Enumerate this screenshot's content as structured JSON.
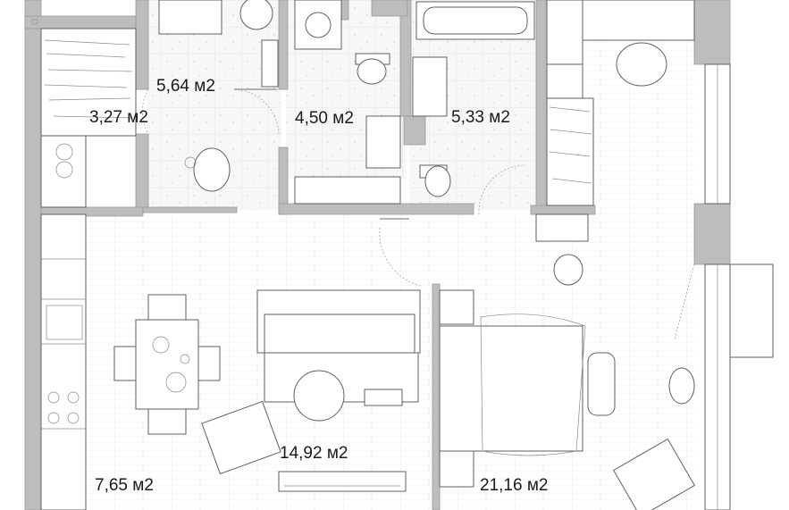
{
  "rooms": [
    {
      "id": "hall",
      "area": "5,64 м2"
    },
    {
      "id": "storage",
      "area": "3,27 м2"
    },
    {
      "id": "bathroom",
      "area": "4,50 м2"
    },
    {
      "id": "bath-wc",
      "area": "5,33 м2"
    },
    {
      "id": "kitchen",
      "area": "7,65 м2"
    },
    {
      "id": "living",
      "area": "14,92 м2"
    },
    {
      "id": "bedroom",
      "area": "21,16 м2"
    }
  ],
  "colors": {
    "wall": "#bdbdbd",
    "line": "#6e6e6e",
    "text": "#1a1a1a"
  }
}
